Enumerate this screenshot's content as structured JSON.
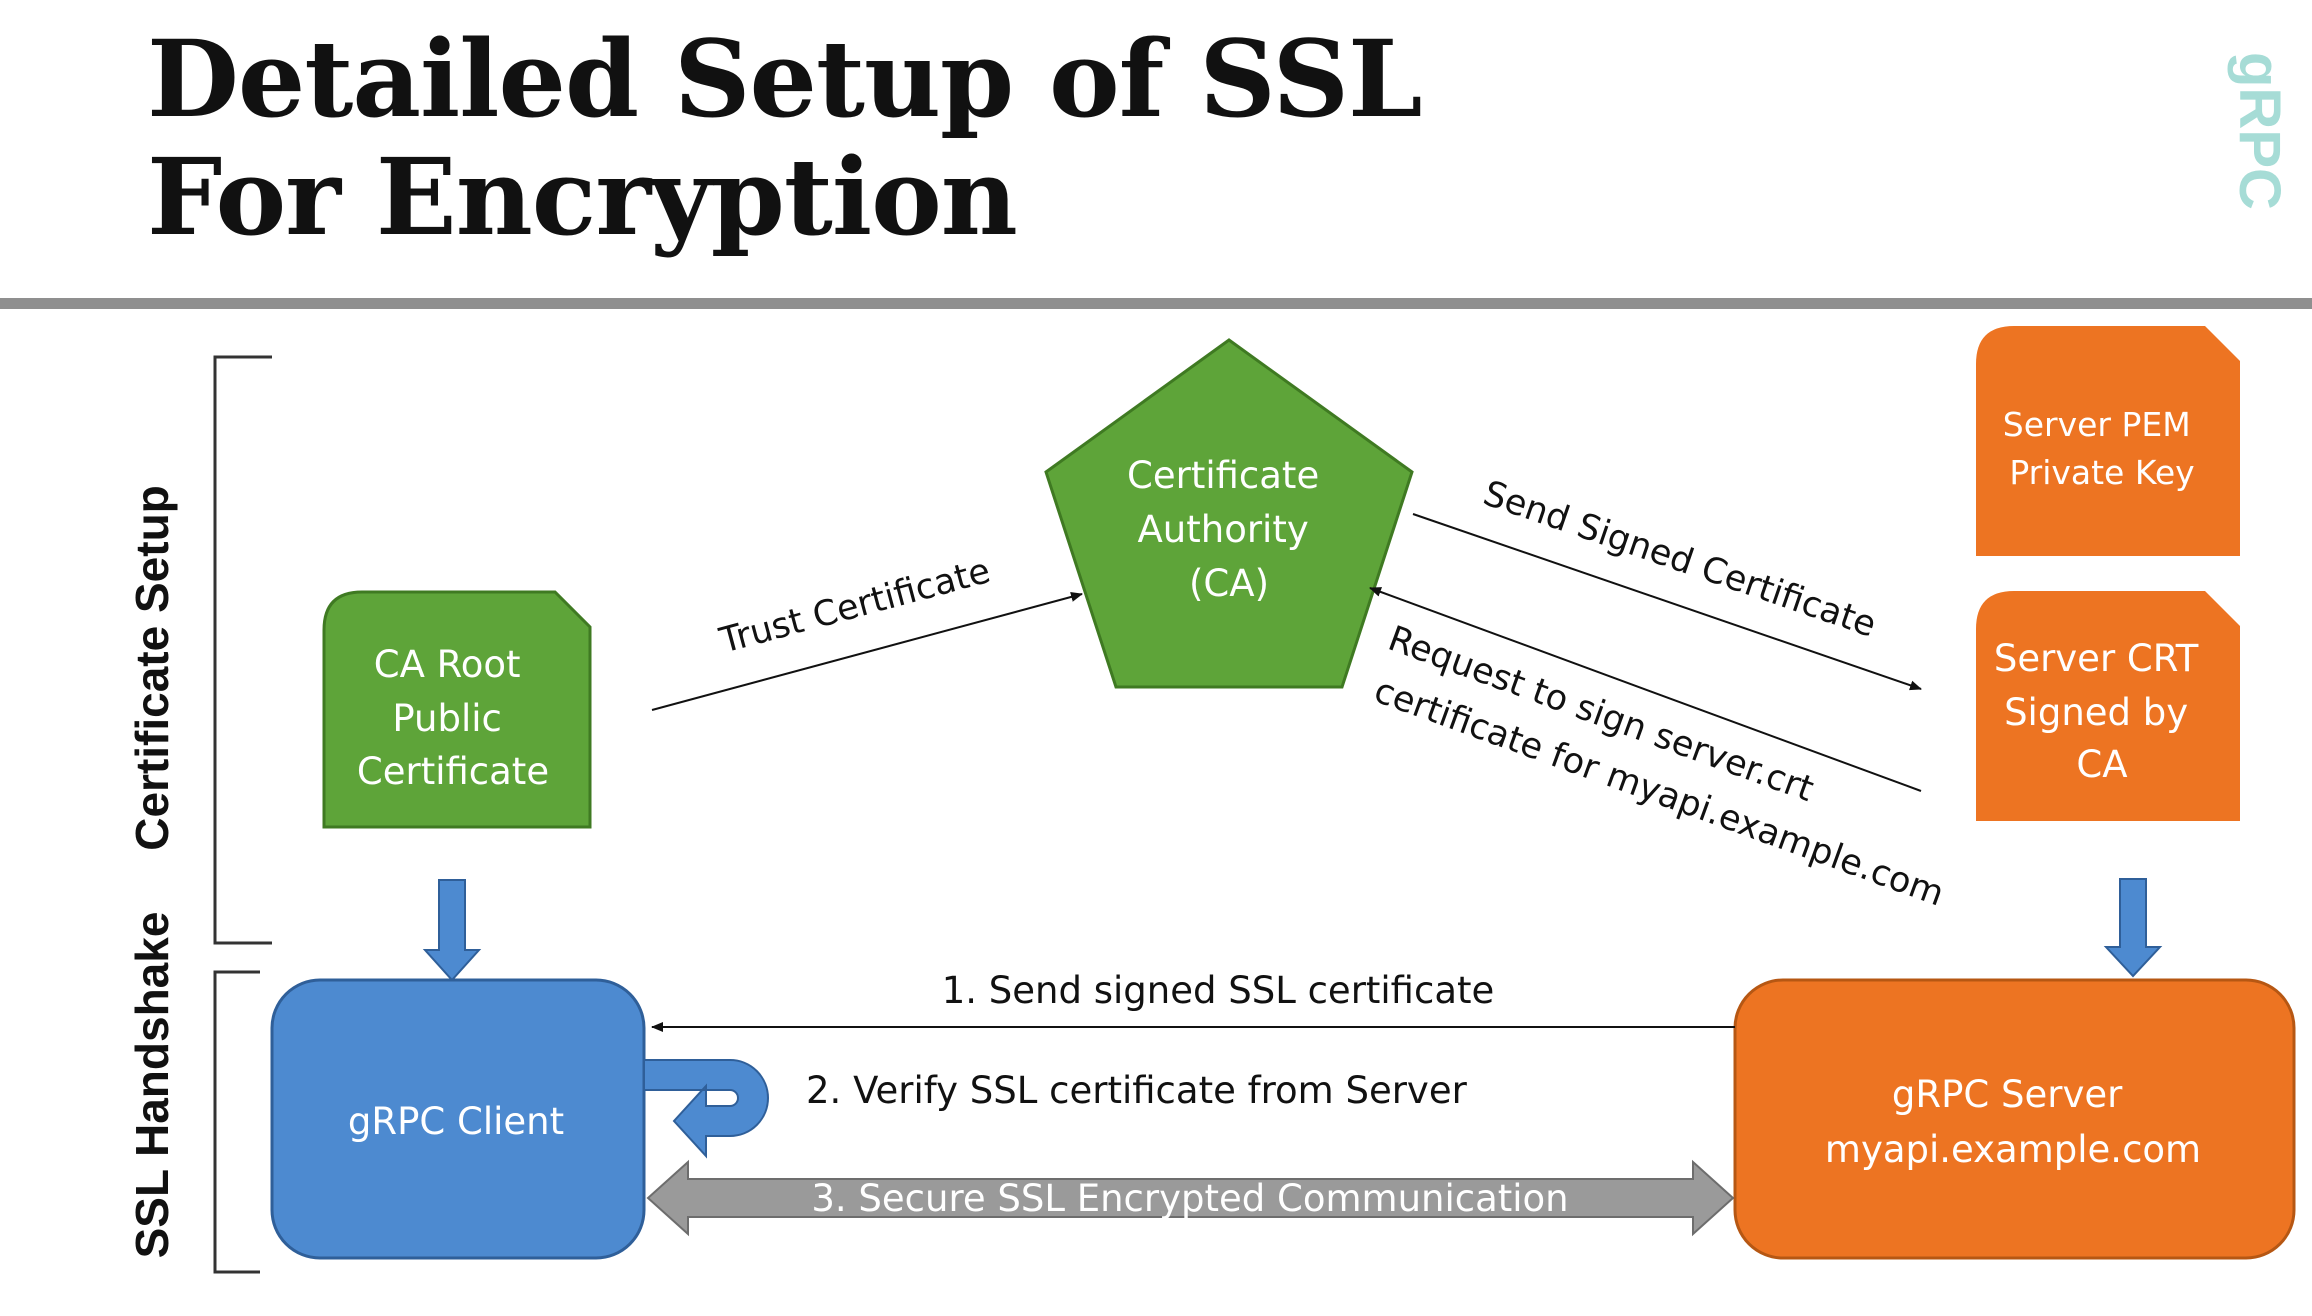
{
  "title": {
    "line1": "Detailed Setup of SSL",
    "line2": "For Encryption"
  },
  "logo": {
    "text": "gRPC",
    "color": "#a6dcd6",
    "icon": "grpc-logo"
  },
  "sections": {
    "certificate_setup": "Certificate Setup",
    "ssl_handshake": "SSL Handshake"
  },
  "nodes": {
    "ca": {
      "lines": [
        "Certificate",
        "Authority",
        "(CA)"
      ]
    },
    "ca_root": {
      "lines": [
        "CA Root",
        "Public",
        "Certificate"
      ]
    },
    "server_pem": {
      "lines": [
        "Server PEM",
        "Private Key"
      ]
    },
    "server_crt": {
      "lines": [
        "Server CRT",
        "Signed by",
        "CA"
      ]
    },
    "grpc_client": {
      "lines": [
        "gRPC Client"
      ]
    },
    "grpc_server": {
      "lines": [
        "gRPC Server",
        "myapi.example.com"
      ]
    }
  },
  "edges": {
    "trust": "Trust Certificate",
    "send_signed": "Send Signed Certificate",
    "request_sign": [
      "Request to sign server.crt",
      "certificate for myapi.example.com"
    ],
    "step1": "1. Send signed SSL certificate",
    "step2": "2. Verify SSL certificate from Server",
    "step3": "3. Secure SSL Encrypted Communication"
  },
  "colors": {
    "green": "#5ea439",
    "green_dark": "#3f7a22",
    "orange": "#ed7422",
    "orange_dark": "#b65713",
    "blue": "#4d8ad0",
    "blue_dark": "#2f5f99",
    "gray": "#9a9a9a",
    "gray_dark": "#6d6d6d"
  }
}
